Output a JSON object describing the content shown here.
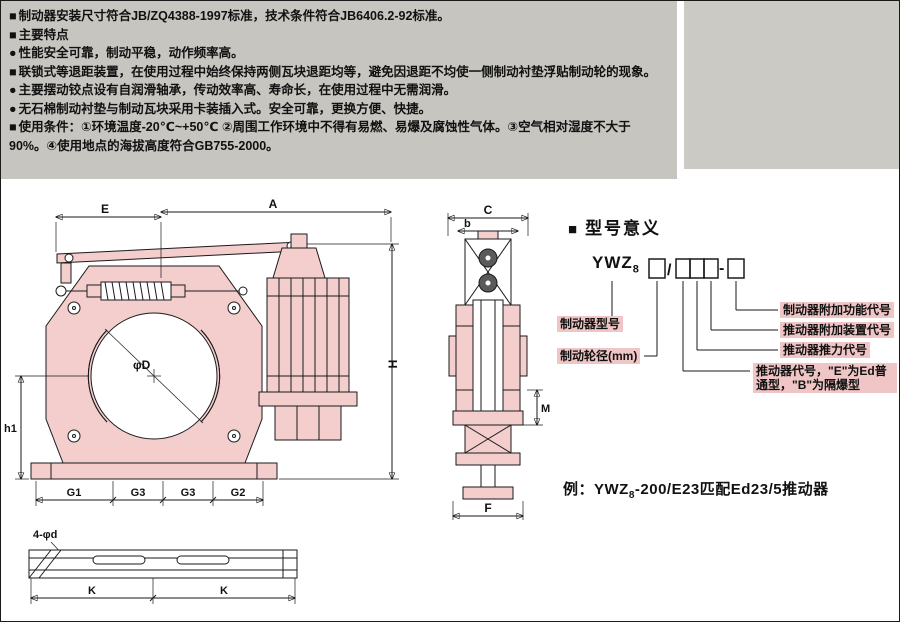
{
  "header": {
    "bg": "#c6c5bf",
    "lines": [
      {
        "bullet": "■",
        "text": "制动器安装尺寸符合JB/ZQ4388-1997标准，技术条件符合JB6406.2-92标准。"
      },
      {
        "bullet": "■",
        "text": "主要特点"
      },
      {
        "bullet": "●",
        "text": "性能安全可靠，制动平稳，动作频率高。"
      },
      {
        "bullet": "■",
        "text": "联锁式等退距装置，在使用过程中始终保持两侧瓦块退距均等，避免因退距不均使一侧制动衬垫浮贴制动轮的现象。"
      },
      {
        "bullet": "●",
        "text": "主要摆动铰点设有自润滑轴承，传动效率高、寿命长，在使用过程中无需润滑。"
      },
      {
        "bullet": "●",
        "text": "无石棉制动衬垫与制动瓦块采用卡装插入式。安全可靠，更换方便、快捷。"
      },
      {
        "bullet": "■",
        "text": "使用条件：①环境温度-20℃~+50℃ ②周围工作环境中不得有易燃、易爆及腐蚀性气体。③空气相对湿度不大于90%。④使用地点的海拔高度符合GB755-2000。"
      }
    ]
  },
  "model_meaning": {
    "bullet": "■",
    "title": "型号意义",
    "model_prefix": "YWZ",
    "model_sub": "8",
    "slash": "/",
    "dash": "-",
    "left_labels": [
      "制动器型号",
      "制动轮径(mm)"
    ],
    "right_labels": [
      "制动器附加功能代号",
      "推动器附加装置代号",
      "推动器推力代号",
      "推动器代号，\"E\"为Ed普通型，\"B\"为隔爆型"
    ],
    "example_prefix": "例：YWZ",
    "example_sub": "8",
    "example_suffix": "-200/E23匹配Ed23/5推动器",
    "label_bg": "#f0c5c5"
  },
  "drawing": {
    "part_fill": "#f4cdcd",
    "dims": {
      "E": "E",
      "A": "A",
      "H": "H",
      "h1": "h1",
      "phi_d": "φD",
      "G1": "G1",
      "G3": "G3",
      "G2": "G2",
      "C": "C",
      "b": "b",
      "M": "M",
      "F": "F",
      "K": "K",
      "holes": "4-φd"
    }
  }
}
